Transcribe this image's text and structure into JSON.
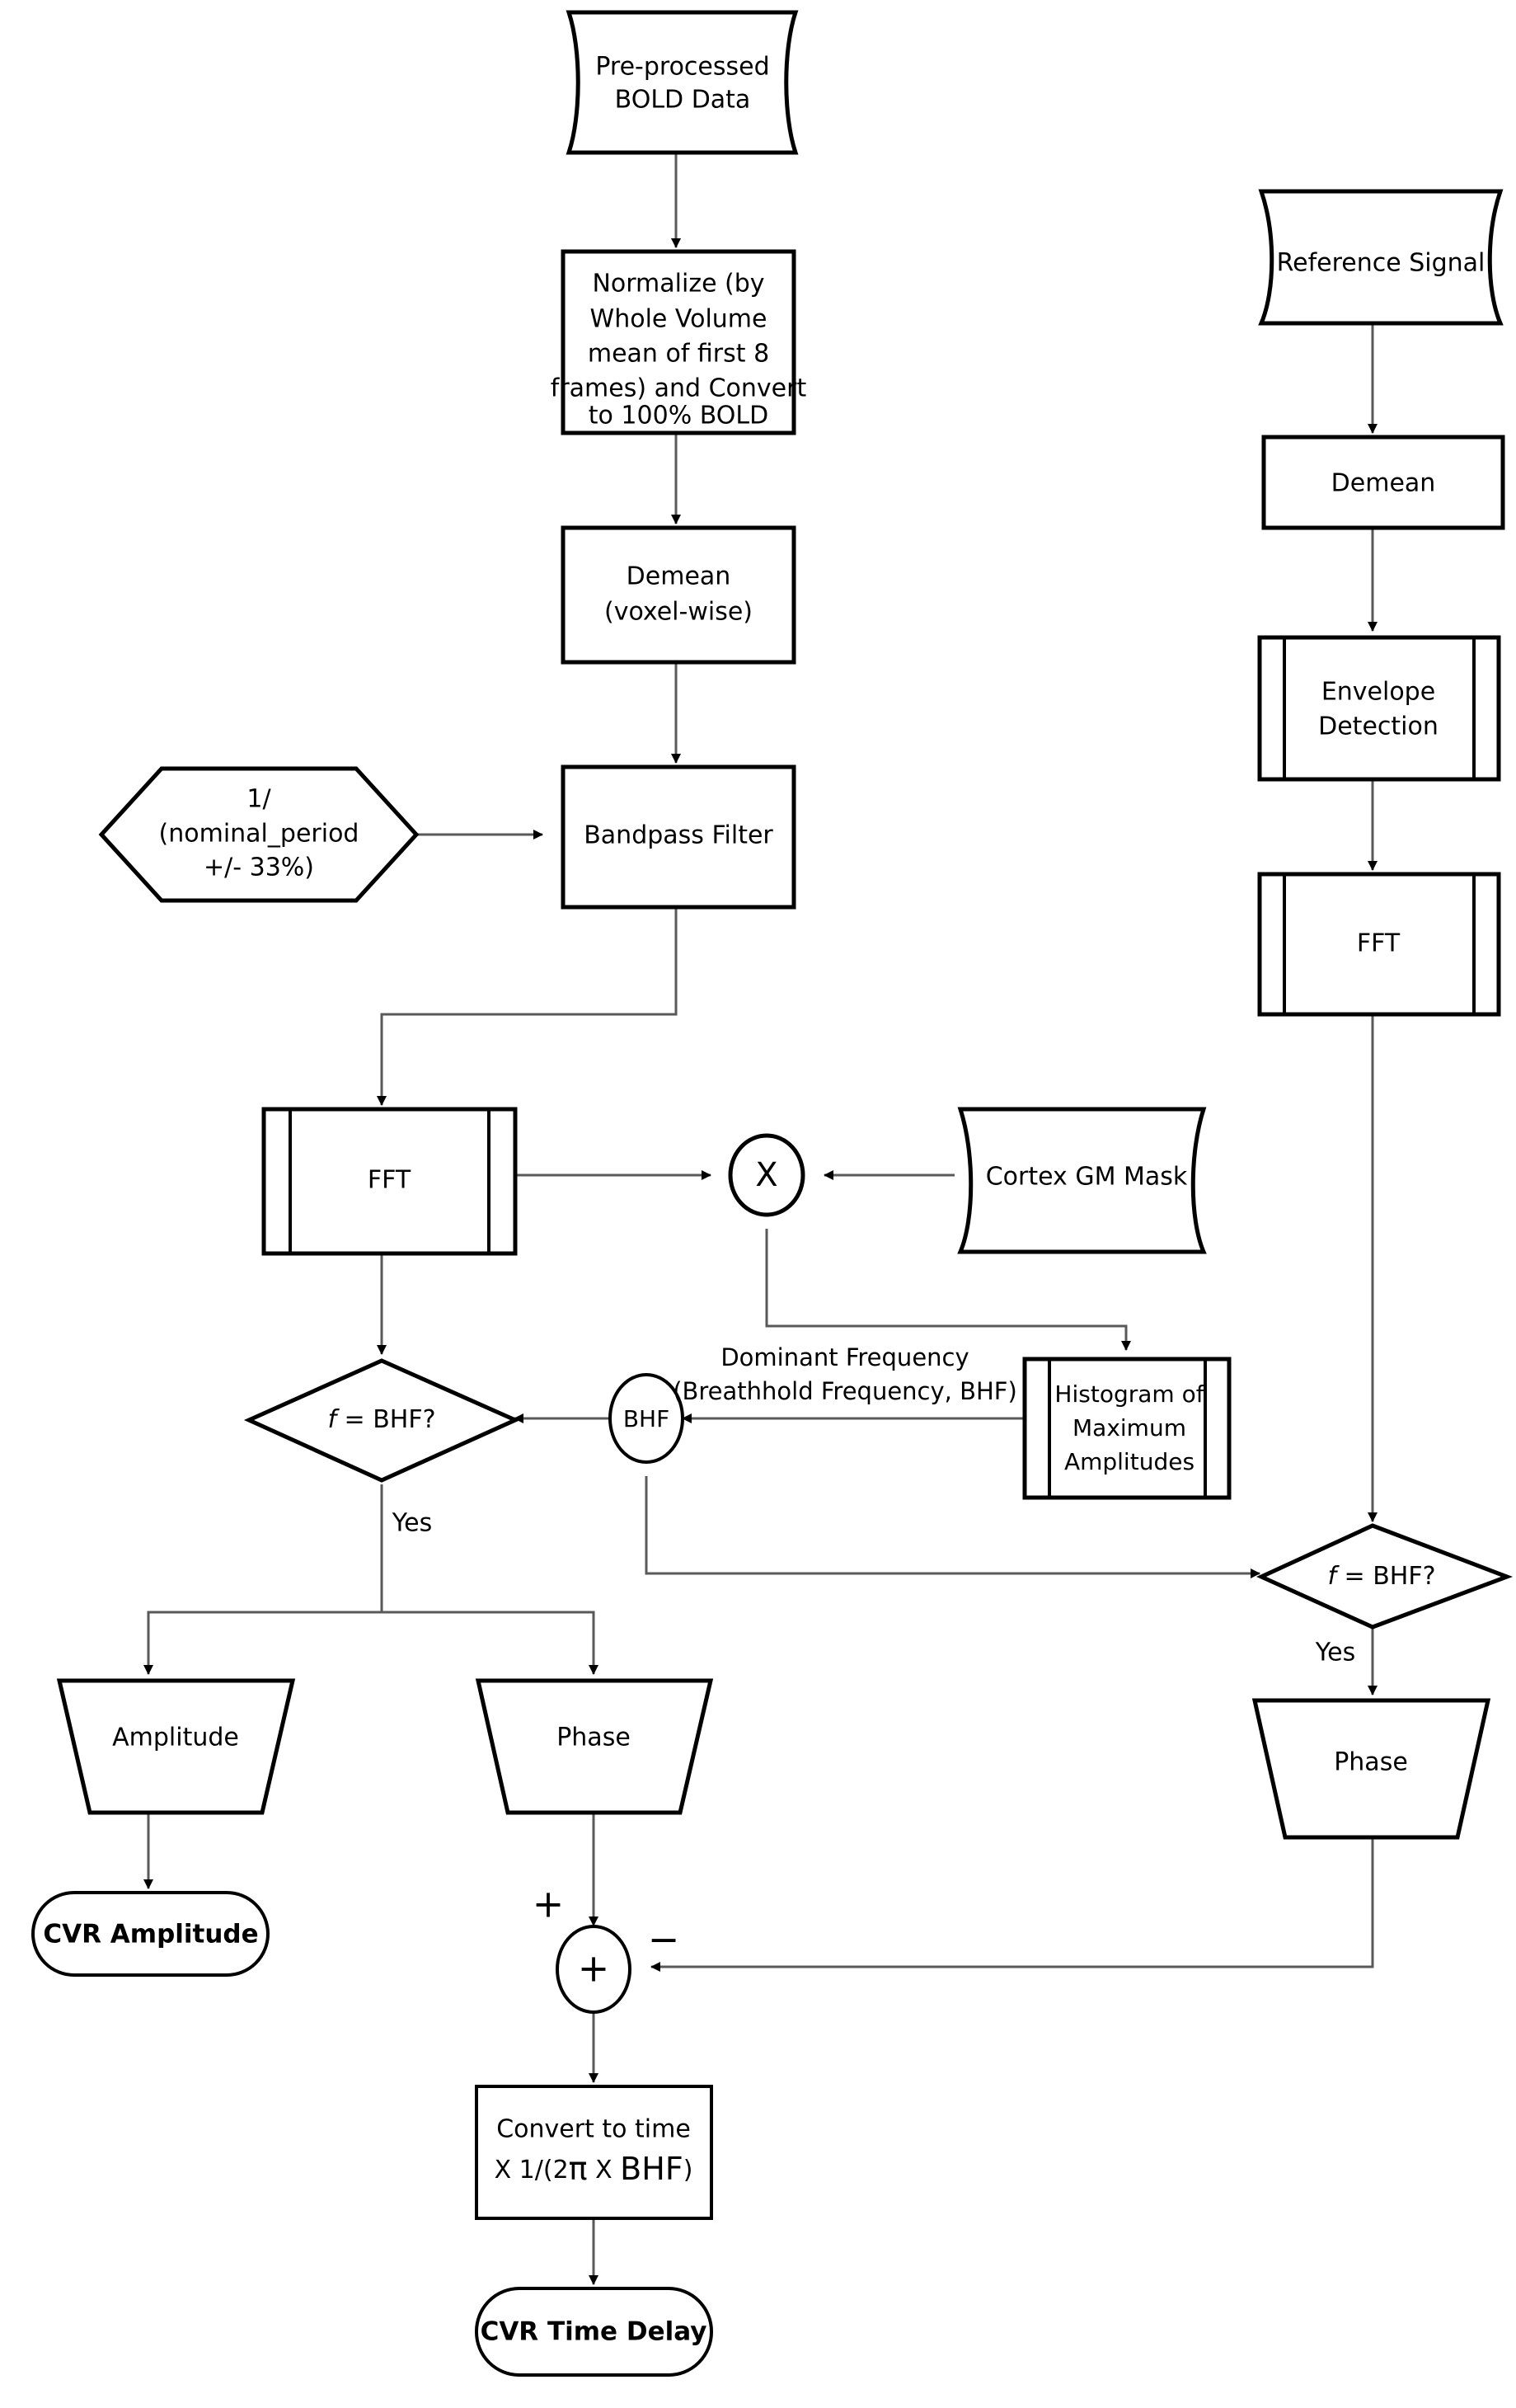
{
  "diagram": {
    "title": "CVR processing pipeline flowchart",
    "colors": {
      "stroke": "#000000",
      "connector": "#595959",
      "fill": "#ffffff"
    },
    "nodes": {
      "bold_data": {
        "label_1": "Pre-processed",
        "label_2": "BOLD Data",
        "shape": "document"
      },
      "normalize": {
        "label_1": "Normalize (by",
        "label_2": "Whole Volume",
        "label_3": "mean of first 8",
        "label_4": "frames) and Convert",
        "label_5": "to 100% BOLD",
        "shape": "process"
      },
      "demean_voxel": {
        "label_1": "Demean",
        "label_2": "(voxel-wise)",
        "shape": "process"
      },
      "bandpass": {
        "label_1": "Bandpass Filter",
        "shape": "process"
      },
      "nominal_period": {
        "label_1": "1/",
        "label_2": "(nominal_period",
        "label_3": "+/- 33%)",
        "shape": "hexagon"
      },
      "fft_bold": {
        "label_1": "FFT",
        "shape": "predefined-process"
      },
      "multiply": {
        "label_1": "X",
        "shape": "circle"
      },
      "cortex_mask": {
        "label_1": "Cortex GM Mask",
        "shape": "document"
      },
      "histogram": {
        "label_1": "Histogram of",
        "label_2": "Maximum",
        "label_3": "Amplitudes",
        "shape": "predefined-process"
      },
      "bhf_circle": {
        "label_1": "BHF",
        "shape": "circle"
      },
      "decision_bold": {
        "label_italic": "f",
        "label_rest": " = BHF?",
        "shape": "diamond"
      },
      "amplitude": {
        "label_1": "Amplitude",
        "shape": "trapezoid"
      },
      "phase_bold": {
        "label_1": "Phase",
        "shape": "trapezoid"
      },
      "cvr_amplitude": {
        "label_1": "CVR Amplitude",
        "shape": "terminator"
      },
      "sum": {
        "label_1": "+",
        "shape": "circle"
      },
      "convert_time": {
        "label_1": "Convert to time",
        "label_2a": "X 1/(2",
        "label_2b": "π",
        "label_2c": " X ",
        "label_2d": "BHF",
        "label_2e": ")",
        "label_2_full": "X 1/(2π X BHF)",
        "shape": "process"
      },
      "cvr_time_delay": {
        "label_1": "CVR Time Delay",
        "shape": "terminator"
      },
      "reference_signal": {
        "label_1": "Reference Signal",
        "shape": "document"
      },
      "demean_ref": {
        "label_1": "Demean",
        "shape": "process"
      },
      "envelope": {
        "label_1": "Envelope",
        "label_2": "Detection",
        "shape": "predefined-process"
      },
      "fft_ref": {
        "label_1": "FFT",
        "shape": "predefined-process"
      },
      "decision_ref": {
        "label_italic": "f",
        "label_rest": " = BHF?",
        "shape": "diamond"
      },
      "phase_ref": {
        "label_1": "Phase",
        "shape": "trapezoid"
      }
    },
    "edge_labels": {
      "dominant_freq_1": "Dominant Frequency",
      "dominant_freq_2": "(Breathhold Frequency, BHF)",
      "yes_left": "Yes",
      "yes_right": "Yes",
      "plus_sign": "+",
      "minus_sign": "−"
    }
  }
}
